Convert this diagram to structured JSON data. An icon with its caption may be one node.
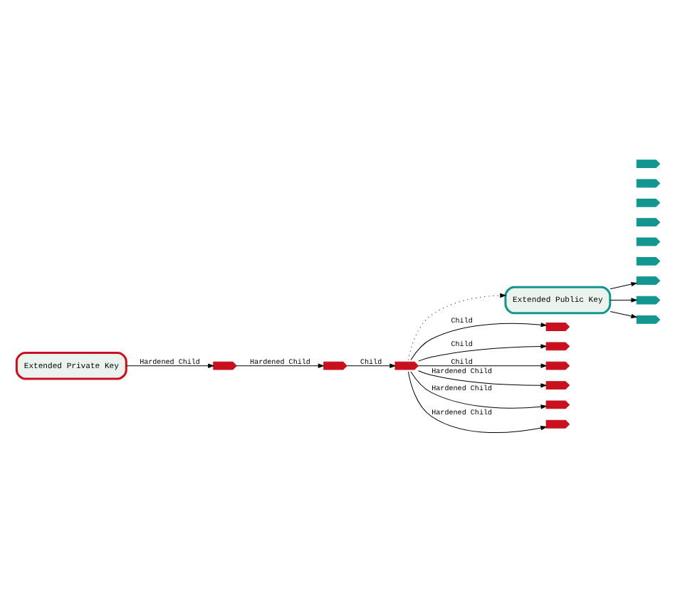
{
  "diagram": {
    "nodes": [
      {
        "text": [
          "Extended Private Key"
        ]
      },
      {
        "text": [],
        "shape": "key"
      },
      {
        "text": [],
        "shape": "key"
      },
      {
        "text": [],
        "shape": "key"
      },
      {
        "text": [
          "Extended Public Key"
        ]
      },
      {
        "text": [],
        "shape": "key"
      },
      {
        "text": [],
        "shape": "key"
      },
      {
        "text": [],
        "shape": "key"
      },
      {
        "text": [],
        "shape": "key"
      },
      {
        "text": [],
        "shape": "key"
      },
      {
        "text": [],
        "shape": "key"
      },
      {
        "text": [],
        "shape": "key"
      },
      {
        "text": [],
        "shape": "key"
      },
      {
        "text": [],
        "shape": "key"
      },
      {
        "text": [],
        "shape": "key"
      },
      {
        "text": [],
        "shape": "key"
      },
      {
        "text": [],
        "shape": "key"
      },
      {
        "text": [],
        "shape": "key"
      },
      {
        "text": [],
        "shape": "key"
      },
      {
        "text": [],
        "shape": "key"
      }
    ],
    "edges": [
      {
        "from": 0,
        "to": 1,
        "arrow": "to",
        "label": "Hardened Child"
      },
      {
        "from": 1,
        "to": 2,
        "arrow": "to",
        "label": "Hardened Child"
      },
      {
        "from": 2,
        "to": 3,
        "arrow": "to",
        "label": "Child"
      },
      {
        "from": 3,
        "to": 4,
        "arrow": "to",
        "style": "dashed"
      },
      {
        "from": 3,
        "to": 5,
        "arrow": "to",
        "label": "Child"
      },
      {
        "from": 3,
        "to": 7,
        "arrow": "to",
        "label": "Child"
      },
      {
        "from": 3,
        "to": 9,
        "arrow": "to",
        "label": "Child"
      },
      {
        "from": 3,
        "to": 11,
        "arrow": "to",
        "label": "Hardened Child"
      },
      {
        "from": 3,
        "to": 13,
        "arrow": "to",
        "label": "Hardened Child"
      },
      {
        "from": 3,
        "to": 15,
        "arrow": "to",
        "label": "Hardened Child"
      },
      {
        "from": 4,
        "to": 17,
        "arrow": "to"
      },
      {
        "from": 4,
        "to": 18,
        "arrow": "to"
      },
      {
        "from": 4,
        "to": 19,
        "arrow": "to"
      }
    ]
  }
}
